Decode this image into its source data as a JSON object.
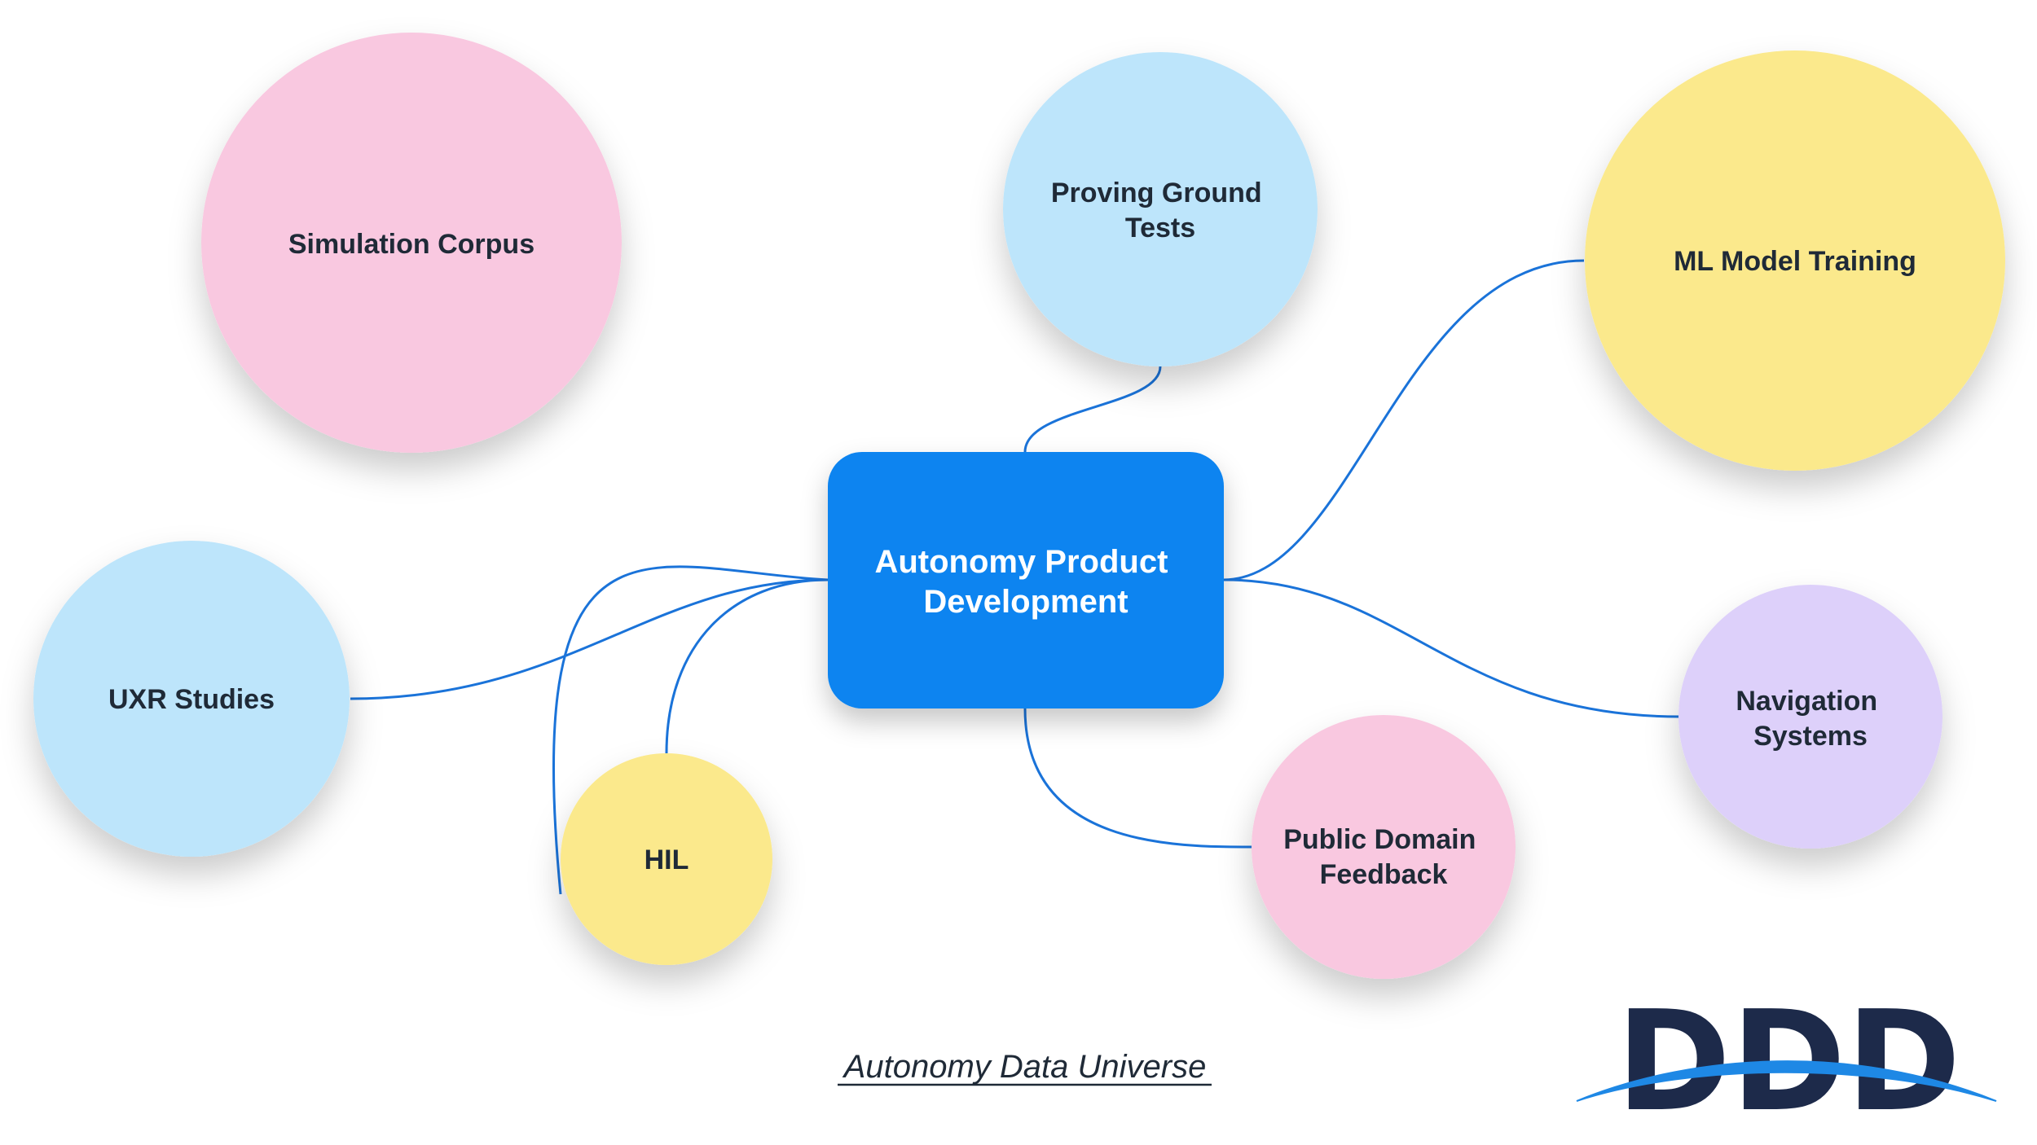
{
  "center": {
    "label_line1": "Autonomy Product",
    "label_line2": "Development",
    "color": "#0a84f0"
  },
  "nodes": [
    {
      "id": "simulation-corpus",
      "lines": [
        "Simulation Corpus"
      ],
      "color": "#f9c8e0"
    },
    {
      "id": "proving-ground-tests",
      "lines": [
        "Proving Ground",
        "Tests"
      ],
      "color": "#bde5fb"
    },
    {
      "id": "ml-model-training",
      "lines": [
        "ML Model Training"
      ],
      "color": "#fbe98c"
    },
    {
      "id": "uxr-studies",
      "lines": [
        "UXR Studies"
      ],
      "color": "#bde5fb"
    },
    {
      "id": "hil",
      "lines": [
        "HIL"
      ],
      "color": "#fbe98c"
    },
    {
      "id": "public-domain-feedback",
      "lines": [
        "Public Domain",
        "Feedback"
      ],
      "color": "#f9c8e0"
    },
    {
      "id": "navigation-systems",
      "lines": [
        "Navigation",
        "Systems"
      ],
      "color": "#ddd0fa"
    }
  ],
  "connector_color": "#1a73d9",
  "caption": "Autonomy Data Universe",
  "logo": {
    "text": "DDD",
    "text_color": "#1d2a4a",
    "swoosh_color": "#1e88e5"
  }
}
